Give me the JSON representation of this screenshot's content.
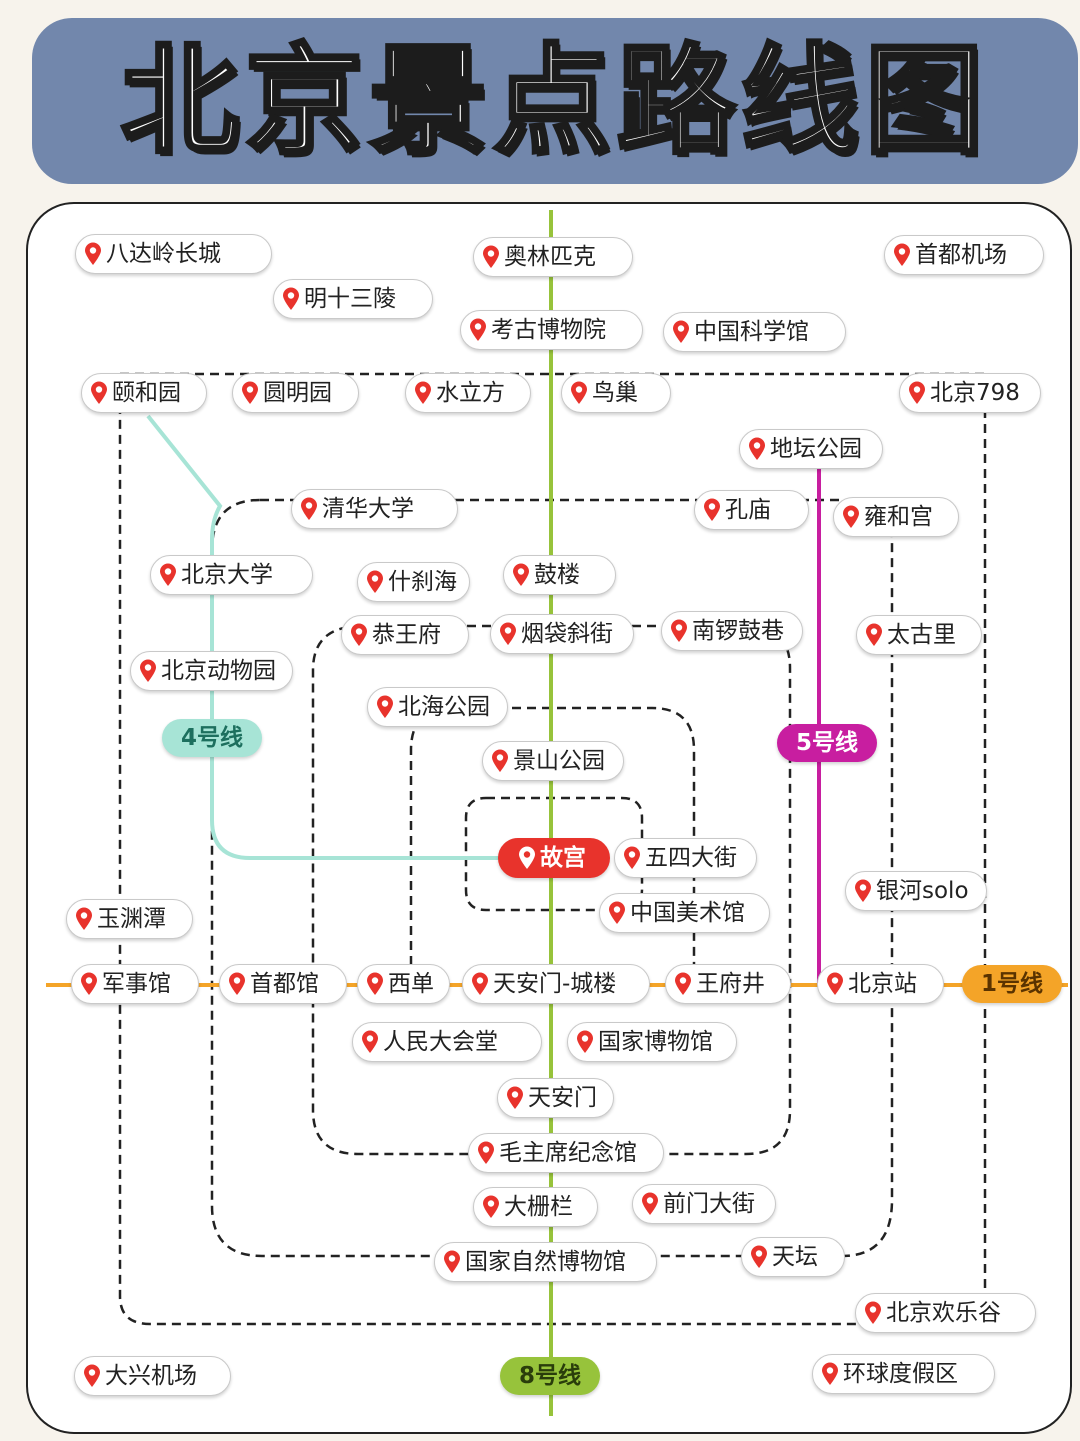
{
  "title": "北京景点路线图",
  "colors": {
    "banner": "#7287ac",
    "line4": "#a7e4d6",
    "line5": "#c81ea0",
    "line8": "#97c33b",
    "line1": "#f4a428",
    "loop_line": "#222222",
    "pin": "#e8332c"
  },
  "lines": {
    "line4": "4号线",
    "line5": "5号线",
    "line8": "8号线",
    "line1": "1号线"
  },
  "stations": {
    "badaling": "八达岭长城",
    "olympic": "奥林匹克",
    "airport_capital": "首都机场",
    "ming_tombs": "明十三陵",
    "archaeology_museum": "考古博物院",
    "science_museum": "中国科学馆",
    "summer_palace": "颐和园",
    "yuanmingyuan": "圆明园",
    "water_cube": "水立方",
    "birds_nest": "鸟巢",
    "art798": "北京798",
    "ditan_park": "地坛公园",
    "tsinghua": "清华大学",
    "confucius_temple": "孔庙",
    "lama_temple": "雍和宫",
    "peking_univ": "北京大学",
    "shichahai": "什刹海",
    "drum_tower": "鼓楼",
    "prince_gong": "恭王府",
    "yandai": "烟袋斜街",
    "nanluo": "南锣鼓巷",
    "taikoo": "太古里",
    "zoo": "北京动物园",
    "beihai_park": "北海公园",
    "jingshan_park": "景山公园",
    "forbidden_city": "故宫",
    "wusi": "五四大街",
    "art_museum": "中国美术馆",
    "galaxy_soho": "银河solo",
    "yuyuantan": "玉渊潭",
    "military_museum": "军事馆",
    "capital_museum": "首都馆",
    "xidan": "西单",
    "tiananmen_tower": "天安门-城楼",
    "wangfujing": "王府井",
    "beijing_station": "北京站",
    "great_hall": "人民大会堂",
    "national_museum": "国家博物馆",
    "tiananmen": "天安门",
    "mausoleum": "毛主席纪念馆",
    "dashilan": "大栅栏",
    "qianmen": "前门大街",
    "natural_history": "国家自然博物馆",
    "temple_of_heaven": "天坛",
    "happy_valley": "北京欢乐谷",
    "airport_daxing": "大兴机场",
    "universal_resort": "环球度假区"
  }
}
